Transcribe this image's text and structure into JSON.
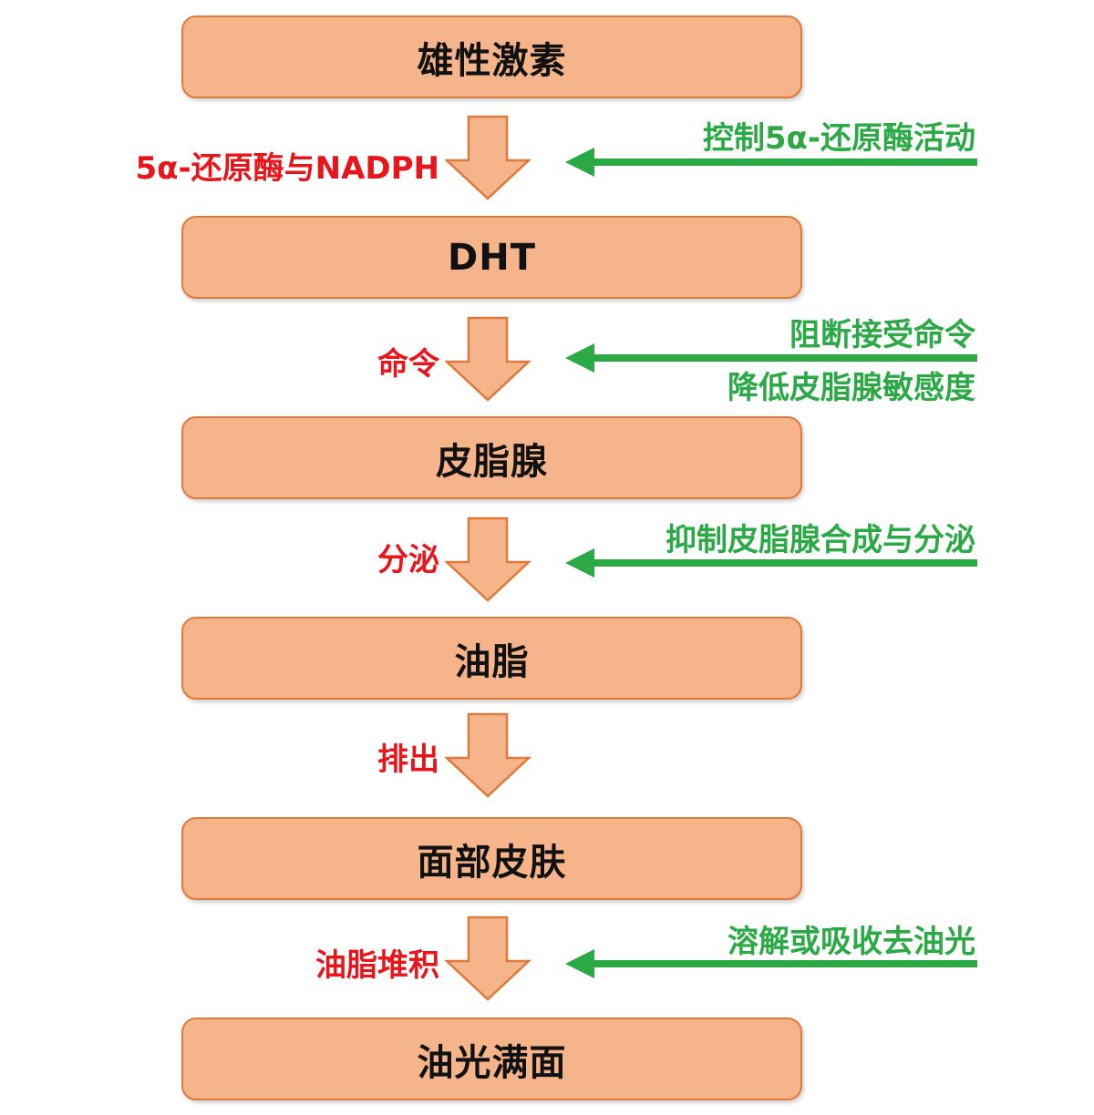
{
  "stages": [
    {
      "label": "雄性激素"
    },
    {
      "label": "DHT"
    },
    {
      "label": "皮脂腺"
    },
    {
      "label": "油脂"
    },
    {
      "label": "面部皮肤"
    },
    {
      "label": "油光满面"
    }
  ],
  "transitions": [
    {
      "label": "5α-还原酶与NADPH"
    },
    {
      "label": "命令"
    },
    {
      "label": "分泌"
    },
    {
      "label": "排出"
    },
    {
      "label": "油脂堆积"
    }
  ],
  "interventions": [
    {
      "line1": "控制5α-还原酶活动"
    },
    {
      "line1": "阻断接受命令",
      "line2": "降低皮脂腺敏感度"
    },
    {
      "line1": "抑制皮脂腺合成与分泌"
    },
    {
      "line1": "溶解或吸收去油光"
    }
  ],
  "colors": {
    "box_fill": "#f6b48a",
    "box_border": "#e07a3a",
    "process_text": "#e8151b",
    "intervention": "#2aa945"
  }
}
